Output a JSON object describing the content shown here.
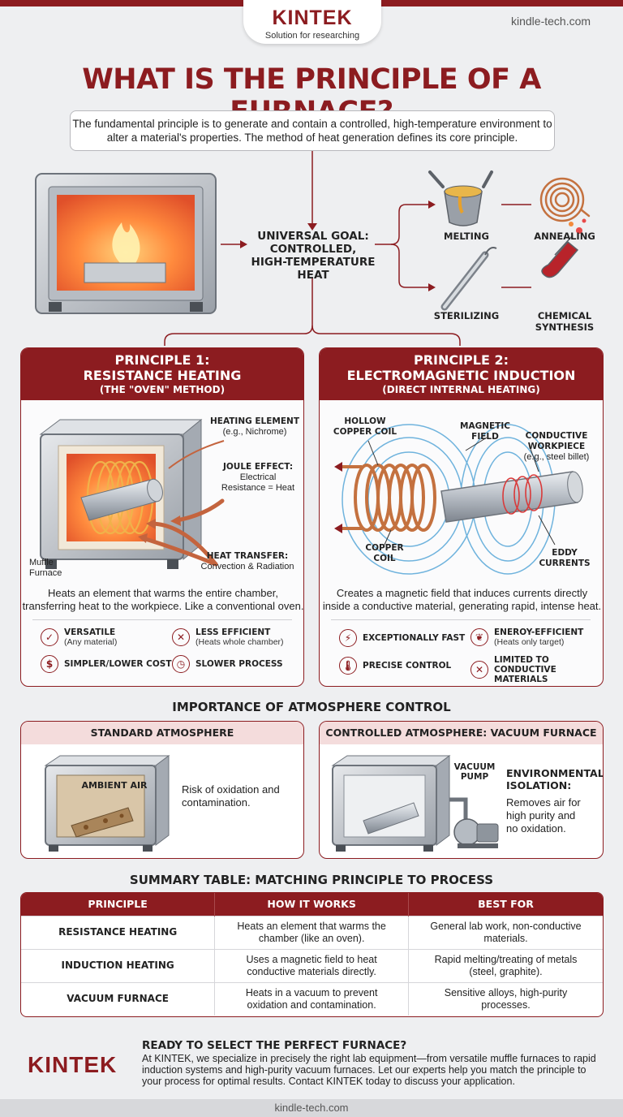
{
  "header": {
    "brand": "KINTEK",
    "tagline": "Solution for researching",
    "site": "kindle-tech.com"
  },
  "title": "WHAT IS THE PRINCIPLE OF A FURNACE?",
  "intro": "The fundamental principle is to generate and contain a controlled, high-temperature environment to alter a material's properties. The method of heat generation defines its core principle.",
  "goal": {
    "line1": "UNIVERSAL GOAL:",
    "line2": "CONTROLLED,",
    "line3": "HIGH-TEMPERATURE",
    "line4": "HEAT"
  },
  "applications": {
    "melting": "MELTING",
    "annealing": "ANNEALING",
    "sterilizing": "STERILIZING",
    "chemical_1": "CHEMICAL",
    "chemical_2": "SYNTHESIS"
  },
  "principle1": {
    "heading1": "PRINCIPLE 1:",
    "heading2": "RESISTANCE HEATING",
    "subheading": "(THE \"OVEN\" METHOD)",
    "heating_element_title": "HEATING ELEMENT",
    "heating_element_note": "(e.g., Nichrome)",
    "joule_title": "JOULE EFFECT:",
    "joule_note_1": "Electrical",
    "joule_note_2": "Resistance = Heat",
    "transfer_title": "HEAT TRANSFER:",
    "transfer_note": "Convection & Radiation",
    "muffle_1": "Muffle",
    "muffle_2": "Furnace",
    "description_1": "Heats an element that warms the entire chamber,",
    "description_2": "transferring heat to the workpiece. Like a conventional oven.",
    "features": {
      "f1_title": "VERSATILE",
      "f1_note": "(Any material)",
      "f2_title": "LESS EFFICIENT",
      "f2_note": "(Heats whole chamber)",
      "f3_title": "SIMPLER/LOWER COST",
      "f4_title": "SLOWER PROCESS"
    }
  },
  "principle2": {
    "heading1": "PRINCIPLE 2:",
    "heading2": "ELECTROMAGNETIC INDUCTION",
    "subheading": "(DIRECT INTERNAL HEATING)",
    "hollow_1": "HOLLOW",
    "hollow_2": "COPPER COIL",
    "field_1": "MAGNETIC",
    "field_2": "FIELD",
    "workpiece_1": "CONDUCTIVE",
    "workpiece_2": "WORKPIECE",
    "workpiece_note": "(e.g., steel billet)",
    "coil_1": "COPPER",
    "coil_2": "COIL",
    "eddy_1": "EDDY",
    "eddy_2": "CURRENTS",
    "description_1": "Creates a magnetic field that induces currents directly",
    "description_2": "inside a conductive material, generating rapid, intense heat.",
    "features": {
      "f1_title": "EXCEPTIONALLY FAST",
      "f2_title": "ENEROY-EFFICIENT",
      "f2_note": "(Heats only target)",
      "f3_title": "PRECISE CONTROL",
      "f4_title_1": "LIMITED TO",
      "f4_title_2": "CONDUCTIVE MATERIALS"
    }
  },
  "atmosphere": {
    "title": "IMPORTANCE OF ATMOSPHERE CONTROL",
    "standard_title": "STANDARD ATMOSPHERE",
    "ambient": "AMBIENT AIR",
    "standard_desc_1": "Risk of oxidation and",
    "standard_desc_2": "contamination.",
    "vacuum_title": "CONTROLLED ATMOSPHERE: VACUUM FURNACE",
    "pump_1": "VACUUM",
    "pump_2": "PUMP",
    "iso_1": "ENVIRONMENTAL",
    "iso_2": "ISOLATION:",
    "iso_desc_1": "Removes air for",
    "iso_desc_2": "high purity and",
    "iso_desc_3": "no oxidation."
  },
  "summary": {
    "title": "SUMMARY TABLE: MATCHING PRINCIPLE TO PROCESS",
    "headers": [
      "PRINCIPLE",
      "HOW IT WORKS",
      "BEST FOR"
    ],
    "rows": [
      {
        "principle": "RESISTANCE HEATING",
        "how_1": "Heats an element that warms the",
        "how_2": "chamber (like an oven).",
        "best_1": "General lab work, non-conductive",
        "best_2": "materials."
      },
      {
        "principle": "INDUCTION HEATING",
        "how_1": "Uses a magnetic field to heat",
        "how_2": "conductive materials directly.",
        "best_1": "Rapid melting/treating of metals",
        "best_2": "(steel, graphite)."
      },
      {
        "principle": "VACUUM FURNACE",
        "how_1": "Heats in a vacuum to prevent",
        "how_2": "oxidation and contamination.",
        "best_1": "Sensitive alloys, high-purity",
        "best_2": "processes."
      }
    ]
  },
  "footer": {
    "cta_title": "READY TO SELECT THE PERFECT FURNACE?",
    "cta_1": "At KINTEK, we specialize in precisely the right lab equipment—from versatile muffle furnaces to rapid",
    "cta_2": "induction systems and high-purity vacuum furnaces. Let our experts help you match the principle to",
    "cta_3": "your process for optimal results. Contact KINTEK today to discuss your application.",
    "brand": "KINTEK",
    "site": "kindle-tech.com"
  },
  "colors": {
    "brand_red": "#8c1c20",
    "background": "#eeeff1",
    "copper": "#c4713f",
    "field_blue": "#6fb3dd"
  }
}
